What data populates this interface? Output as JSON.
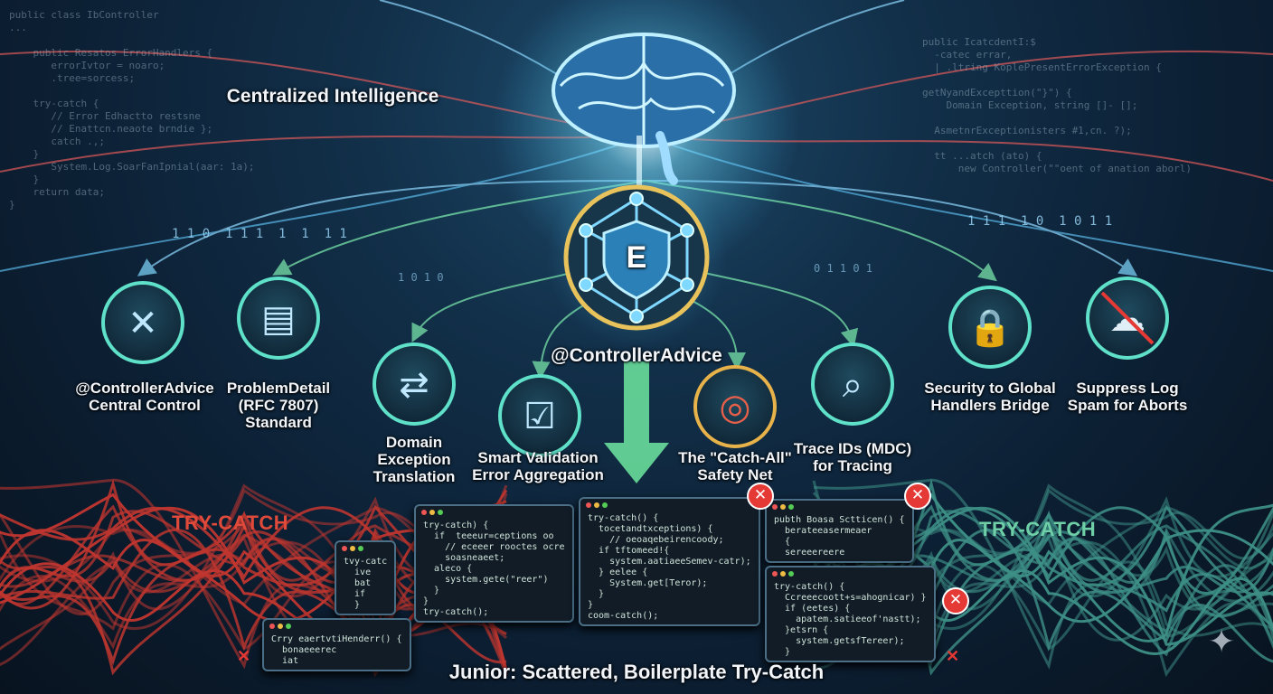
{
  "header": {
    "brain_label": "Centralized Intelligence"
  },
  "hub": {
    "letter": "E",
    "label": "@ControllerAdvice"
  },
  "features": [
    {
      "lines": [
        "@ControllerAdvice",
        "Central Control"
      ],
      "icon": "shield-x-icon"
    },
    {
      "lines": [
        "ProblemDetail",
        "(RFC 7807)",
        "Standard"
      ],
      "icon": "document-gear-icon"
    },
    {
      "lines": [
        "Domain",
        "Exception",
        "Translation"
      ],
      "icon": "database-arrows-icon"
    },
    {
      "lines": [
        "Smart Validation",
        "Error Aggregation"
      ],
      "icon": "checklist-icon"
    },
    {
      "lines": [
        "The \"Catch-All\"",
        "Safety Net"
      ],
      "icon": "lifebuoy-icon"
    },
    {
      "lines": [
        "Trace IDs (MDC)",
        "for Tracing"
      ],
      "icon": "magnifier-log-icon"
    },
    {
      "lines": [
        "Security to Global",
        "Handlers Bridge"
      ],
      "icon": "lock-shield-icon"
    },
    {
      "lines": [
        "Suppress Log",
        "Spam for Aborts"
      ],
      "icon": "cloud-crossed-icon"
    }
  ],
  "tangle": {
    "left_label": "TRY-CATCH",
    "right_label": "TRY-CATCH",
    "caption": "Junior: Scattered, Boilerplate Try-Catch"
  },
  "bg_code_left": "public class IbController\n...\n\n    public Resatos ErrorHandlers {\n       errorIvtor = noaro;\n       .tree=sorcess;\n\n    try-catch {\n       // Error Edhactto restsne\n       // Enattcn.neaote brndie };\n       catch .,;\n    }\n       System.Log.SoarFanIpnial(aar: 1a);\n    }\n    return data;\n}",
  "bg_code_right": "public IcatcdentI:$\n  -catec errar,\n  | .ltring KoplePresentErrorException {\n\ngetNyandExcepttion(\"}\") {\n    Domain Exception, string []- [];\n\n  AsmetnrExceptionisters #1,cn. ?);\n\n  tt ...atch (ato) {\n      new Controller(\"\"oent of anation aborl)",
  "binary": [
    "1 1 0  1 1 1  1  1  1 1",
    "1 0 1 0",
    "0 1 1 0 1",
    "1 1 1  1 0  1 0 1 1"
  ],
  "windows": [
    "try-catch() {\n  tocetandtxceptions) {\n    // oeoaqebeirencoody;\n  if tftomeed!{\n    system.aatiaeeSemev-catr);\n  } eelee {\n    System.get[Teror);\n  }\n}\ncoom-catch();",
    "try-catch) {\n  if  teeeur=ceptions oo\n    // eceeer rooctes ocre\n    soasneaeet;\n  aleco {\n    system.gete(\"reer\")\n  }\n}\ntry-catch();",
    "try-catch() {\n  Ccreeecoott+s=ahognicar) }\n  if (eetes) {\n    apatem.satieeof'nastt);\n  }etsrn {\n    system.getsfTereer);\n  }",
    "pubth Boasa Sctticen() {\n  berateeasermeaer\n  {\n  sereeereere",
    "tvy-catc\n  ive\n  bat\n  if\n  }",
    "Crry eaertvtiHenderr() {\n  bonaeeerec\n  iat"
  ],
  "colors": {
    "accent_cyan": "#5fe0c8",
    "accent_blue": "#4aa8e8",
    "error_red": "#e53935",
    "gold": "#e8b24a",
    "tangle_red": "#c0362f",
    "tangle_teal": "#3d8f86"
  }
}
